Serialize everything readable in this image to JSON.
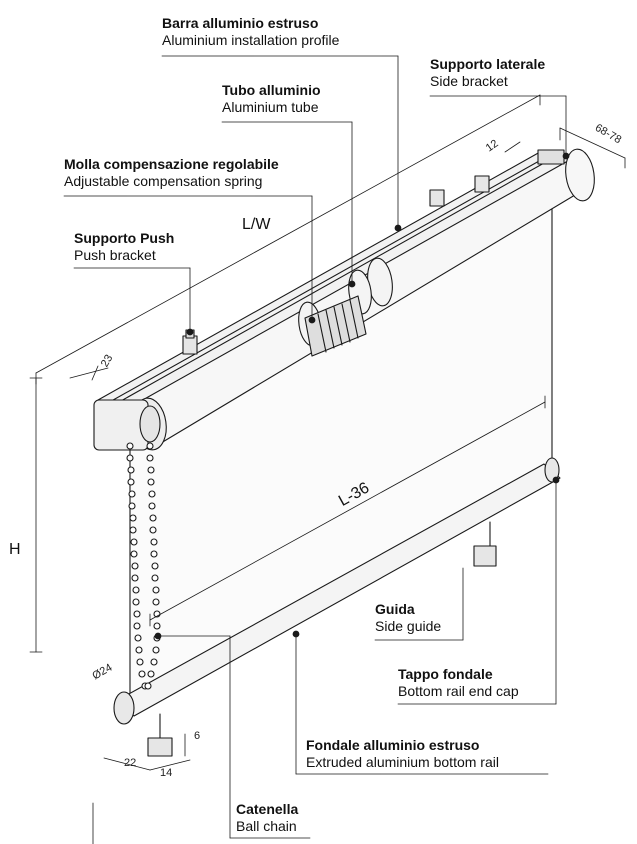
{
  "labels": {
    "barra": {
      "it": "Barra alluminio estruso",
      "en": "Aluminium installation profile"
    },
    "supporto_laterale": {
      "it": "Supporto laterale",
      "en": "Side bracket"
    },
    "tubo": {
      "it": "Tubo alluminio",
      "en": "Aluminium tube"
    },
    "molla": {
      "it": "Molla compensazione regolabile",
      "en": "Adjustable compensation spring"
    },
    "supporto_push": {
      "it": "Supporto Push",
      "en": "Push bracket"
    },
    "guida": {
      "it": "Guida",
      "en": "Side guide"
    },
    "tappo": {
      "it": "Tappo fondale",
      "en": "Bottom rail end cap"
    },
    "fondale": {
      "it": "Fondale alluminio estruso",
      "en": "Extruded aluminium bottom rail"
    },
    "catenella": {
      "it": "Catenella",
      "en": "Ball chain"
    }
  },
  "dimensions": {
    "lw": "L/W",
    "h": "H",
    "l36": "L-36",
    "d12": "12",
    "d6878": "68-78",
    "d23": "23",
    "d24": "Ø24",
    "d6": "6",
    "d22": "22",
    "d14": "14"
  },
  "colors": {
    "line": "#1a1a1a",
    "tube": "#f7f7f7",
    "shade": "#e2e2e2"
  }
}
